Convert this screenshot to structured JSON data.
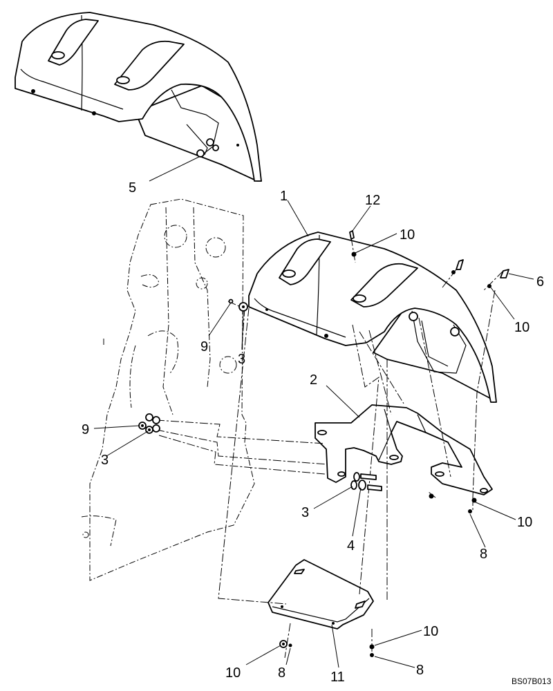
{
  "colors": {
    "line": "#000000",
    "background": "#ffffff"
  },
  "diagram": {
    "callouts": {
      "c1": "1",
      "c2": "2",
      "c3a": "3",
      "c3b": "3",
      "c3c": "3",
      "c4": "4",
      "c5": "5",
      "c6": "6",
      "c8a": "8",
      "c8b": "8",
      "c8c": "8",
      "c9a": "9",
      "c9b": "9",
      "c10a": "10",
      "c10b": "10",
      "c10c": "10",
      "c10d": "10",
      "c10e": "10",
      "c11": "11",
      "c12": "12"
    },
    "drawing_code": "BS07B013"
  }
}
